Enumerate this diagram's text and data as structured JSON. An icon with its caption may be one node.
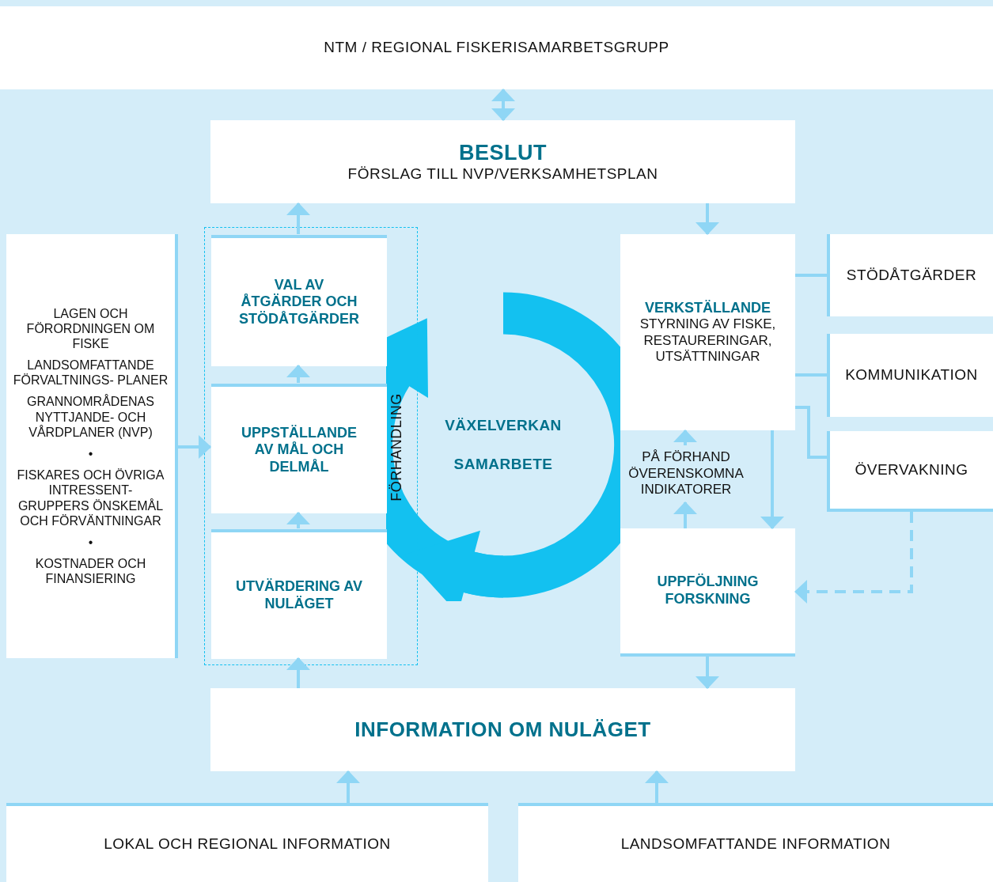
{
  "diagram": {
    "nodes": [
      {
        "text": [
          "NTM / REGIONAL FISKERISAMARBETSGRUPP"
        ]
      },
      {
        "text": [
          "BESLUT",
          "FÖRSLAG TILL NVP/VERKSAMHETSPLAN"
        ]
      },
      {
        "text": [
          "LAGEN OCH FÖRORDNINGEN OM FISKE",
          "LANDSOMFATTANDE FÖRVALTNINGS- PLANER",
          "GRANNOMRÅDENAS NYTTJANDE- OCH VÅRDPLANER (NVP)",
          "•",
          "FISKARES OCH ÖVRIGA INTRESSENT- GRUPPERS ÖNSKEMÅL OCH FÖRVÄNTNINGAR",
          "•",
          "KOSTNADER OCH FINANSIERING"
        ]
      },
      {
        "text": [
          "FÖRHANDLING"
        ]
      },
      {
        "text": [
          "VAL AV ÅTGÄRDER OCH STÖDÅTGÄRDER"
        ],
        "in": 3
      },
      {
        "text": [
          "UPPSTÄLLANDE AV MÅL OCH DELMÅL"
        ],
        "in": 3
      },
      {
        "text": [
          "UTVÄRDERING AV NULÄGET"
        ],
        "in": 3
      },
      {
        "text": [
          "VÄXELVERKAN",
          "SAMARBETE"
        ]
      },
      {
        "text": [
          "VERKSTÄLLANDE",
          "STYRNING AV FISKE, RESTAURERINGAR, UTSÄTTNINGAR"
        ]
      },
      {
        "text": [
          "PÅ FÖRHAND ÖVERENSKOMNA INDIKATORER"
        ]
      },
      {
        "text": [
          "UPPFÖLJNING FORSKNING"
        ]
      },
      {
        "text": [
          "STÖDÅTGÄRDER"
        ]
      },
      {
        "text": [
          "KOMMUNIKATION"
        ]
      },
      {
        "text": [
          "ÖVERVAKNING"
        ]
      },
      {
        "text": [
          "INFORMATION OM NULÄGET"
        ]
      },
      {
        "text": [
          "LOKAL OCH REGIONAL INFORMATION"
        ]
      },
      {
        "text": [
          "LANDSOMFATTANDE INFORMATION"
        ]
      }
    ],
    "edges": [
      {
        "from": 0,
        "to": 1,
        "arrow": "both"
      },
      {
        "from": 4,
        "to": 1,
        "arrow": "to"
      },
      {
        "from": 5,
        "to": 4,
        "arrow": "to"
      },
      {
        "from": 6,
        "to": 5,
        "arrow": "to"
      },
      {
        "from": 14,
        "to": 6,
        "arrow": "to"
      },
      {
        "from": 2,
        "to": 5,
        "arrow": "to"
      },
      {
        "from": 1,
        "to": 8,
        "arrow": "to"
      },
      {
        "from": 8,
        "to": 11,
        "arrow": "none"
      },
      {
        "from": 8,
        "to": 12,
        "arrow": "none"
      },
      {
        "from": 8,
        "to": 13,
        "arrow": "none"
      },
      {
        "from": 10,
        "to": 9,
        "arrow": "to"
      },
      {
        "from": 9,
        "to": 8,
        "arrow": "to"
      },
      {
        "from": 8,
        "to": 10,
        "arrow": "to"
      },
      {
        "from": 13,
        "to": 10,
        "arrow": "to",
        "style": "dashed"
      },
      {
        "from": 10,
        "to": 14,
        "arrow": "to"
      },
      {
        "from": 15,
        "to": 14,
        "arrow": "to"
      },
      {
        "from": 16,
        "to": 14,
        "arrow": "to"
      }
    ]
  }
}
